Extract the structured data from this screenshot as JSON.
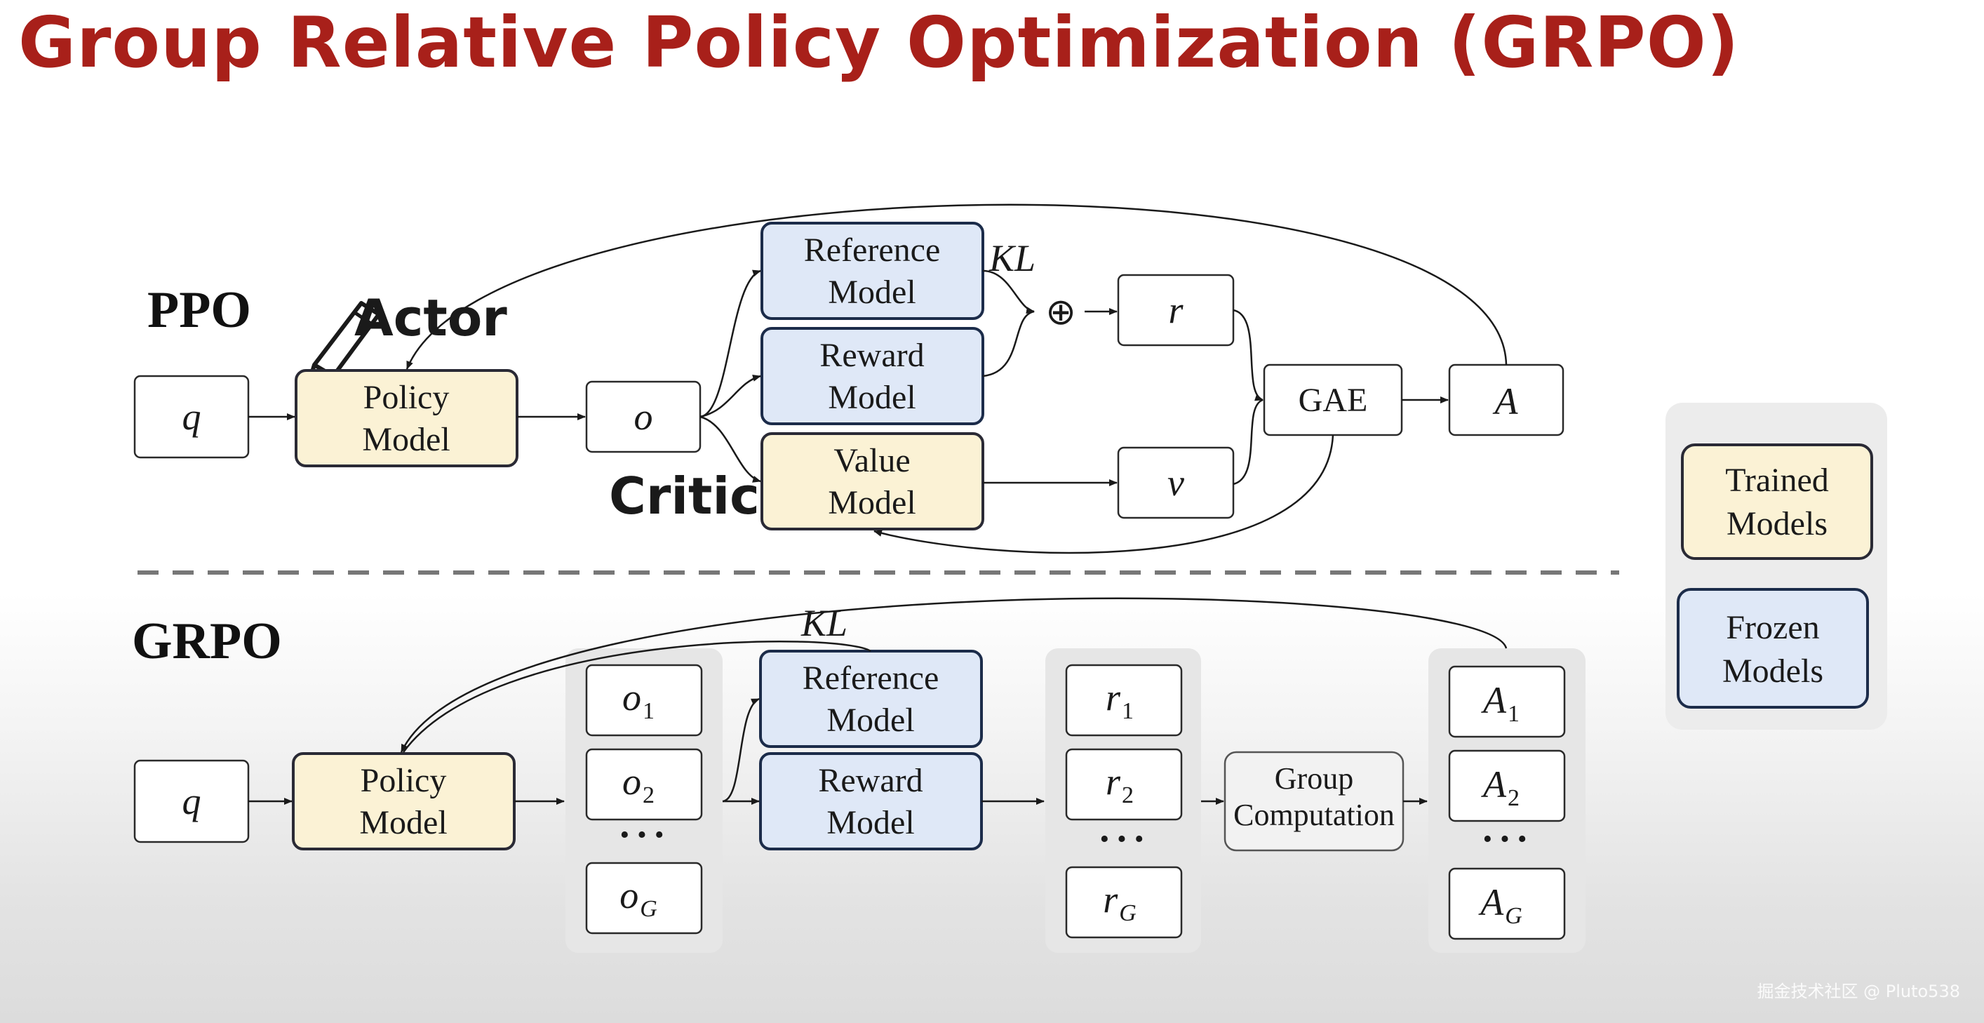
{
  "title": "Group Relative Policy Optimization (GRPO)",
  "ppo": {
    "label": "PPO",
    "actor_label": "Actor",
    "critic_label": "Critic",
    "q": "q",
    "policy_model": [
      "Policy",
      "Model"
    ],
    "o": "o",
    "reference_model": [
      "Reference",
      "Model"
    ],
    "reward_model": [
      "Reward",
      "Model"
    ],
    "value_model": [
      "Value",
      "Model"
    ],
    "kl": "KL",
    "plus": "⊕",
    "r": "r",
    "v": "v",
    "gae": "GAE",
    "a": "A"
  },
  "grpo": {
    "label": "GRPO",
    "q": "q",
    "policy_model": [
      "Policy",
      "Model"
    ],
    "kl": "KL",
    "outputs": [
      {
        "base": "o",
        "sub": "1"
      },
      {
        "base": "o",
        "sub": "2"
      },
      {
        "base": "o",
        "sub": "G"
      }
    ],
    "reference_model": [
      "Reference",
      "Model"
    ],
    "reward_model": [
      "Reward",
      "Model"
    ],
    "rewards": [
      {
        "base": "r",
        "sub": "1"
      },
      {
        "base": "r",
        "sub": "2"
      },
      {
        "base": "r",
        "sub": "G"
      }
    ],
    "group_computation": [
      "Group",
      "Computation"
    ],
    "advantages": [
      {
        "base": "A",
        "sub": "1"
      },
      {
        "base": "A",
        "sub": "2"
      },
      {
        "base": "A",
        "sub": "G"
      }
    ],
    "ellipsis": "···"
  },
  "legend": {
    "trained": [
      "Trained",
      "Models"
    ],
    "frozen": [
      "Frozen",
      "Models"
    ]
  },
  "watermark": "掘金技术社区 @ Pluto538",
  "colors": {
    "title": "#a8201a",
    "trained_fill": "#fbf2d5",
    "frozen_fill": "#dfe8f7",
    "group_bg": "#e6e6e6"
  }
}
